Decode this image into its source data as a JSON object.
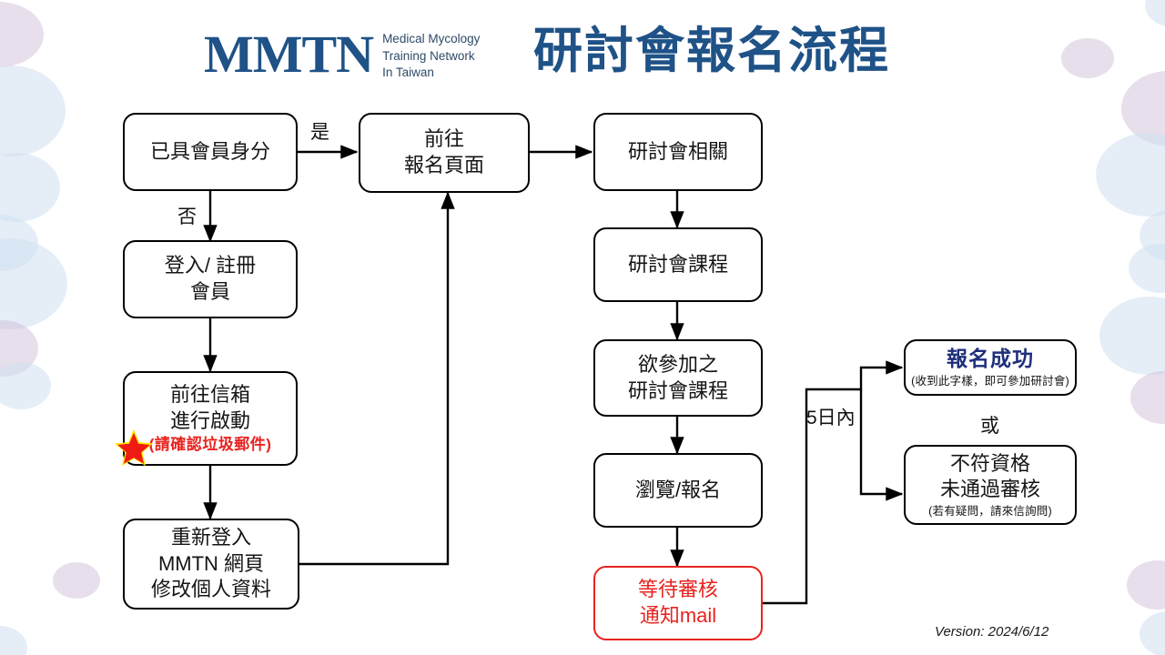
{
  "header": {
    "logo_mark": "MMTN",
    "logo_sub_lines": [
      "Medical Mycology",
      "Training Network",
      "In Taiwan"
    ],
    "title": "研討會報名流程",
    "brand_color": "#1f5287"
  },
  "flow": {
    "nodes": [
      {
        "id": "member-status",
        "lines": [
          "已具會員身分"
        ]
      },
      {
        "id": "login-register",
        "lines": [
          "登入/ 註冊",
          "會員"
        ]
      },
      {
        "id": "activate-mail",
        "lines": [
          "前往信箱",
          "進行啟動"
        ],
        "red_note": "(請確認垃圾郵件)",
        "has_star": true
      },
      {
        "id": "relogin-profile",
        "lines": [
          "重新登入",
          "MMTN 網頁",
          "修改個人資料"
        ]
      },
      {
        "id": "go-signup-page",
        "lines": [
          "前往",
          "報名頁面"
        ]
      },
      {
        "id": "seminar-related",
        "lines": [
          "研討會相關"
        ]
      },
      {
        "id": "seminar-course",
        "lines": [
          "研討會課程"
        ]
      },
      {
        "id": "desired-course",
        "lines": [
          "欲參加之",
          "研討會課程"
        ]
      },
      {
        "id": "browse-signup",
        "lines": [
          "瀏覽/報名"
        ]
      },
      {
        "id": "await-review",
        "lines": [
          "等待審核",
          "通知mail"
        ],
        "style": "red"
      },
      {
        "id": "signup-success",
        "lines": [
          "報名成功"
        ],
        "note": "(收到此字樣，即可參加研討會)",
        "style": "strong"
      },
      {
        "id": "not-qualified",
        "lines": [
          "不符資格",
          "未通過審核"
        ],
        "note": "(若有疑問，請來信詢問)"
      }
    ],
    "edge_labels": [
      {
        "id": "yes",
        "text": "是"
      },
      {
        "id": "no",
        "text": "否"
      },
      {
        "id": "within-5-days",
        "text": "5日內"
      },
      {
        "id": "or",
        "text": "或"
      }
    ]
  },
  "footer": {
    "version": "Version: 2024/6/12"
  },
  "colors": {
    "brand": "#1f5287",
    "alert_red": "#e8231f",
    "navy_text": "#1f2f7a",
    "blob_blue": "#cfe0f0",
    "blob_purple": "#cbb8d4"
  }
}
